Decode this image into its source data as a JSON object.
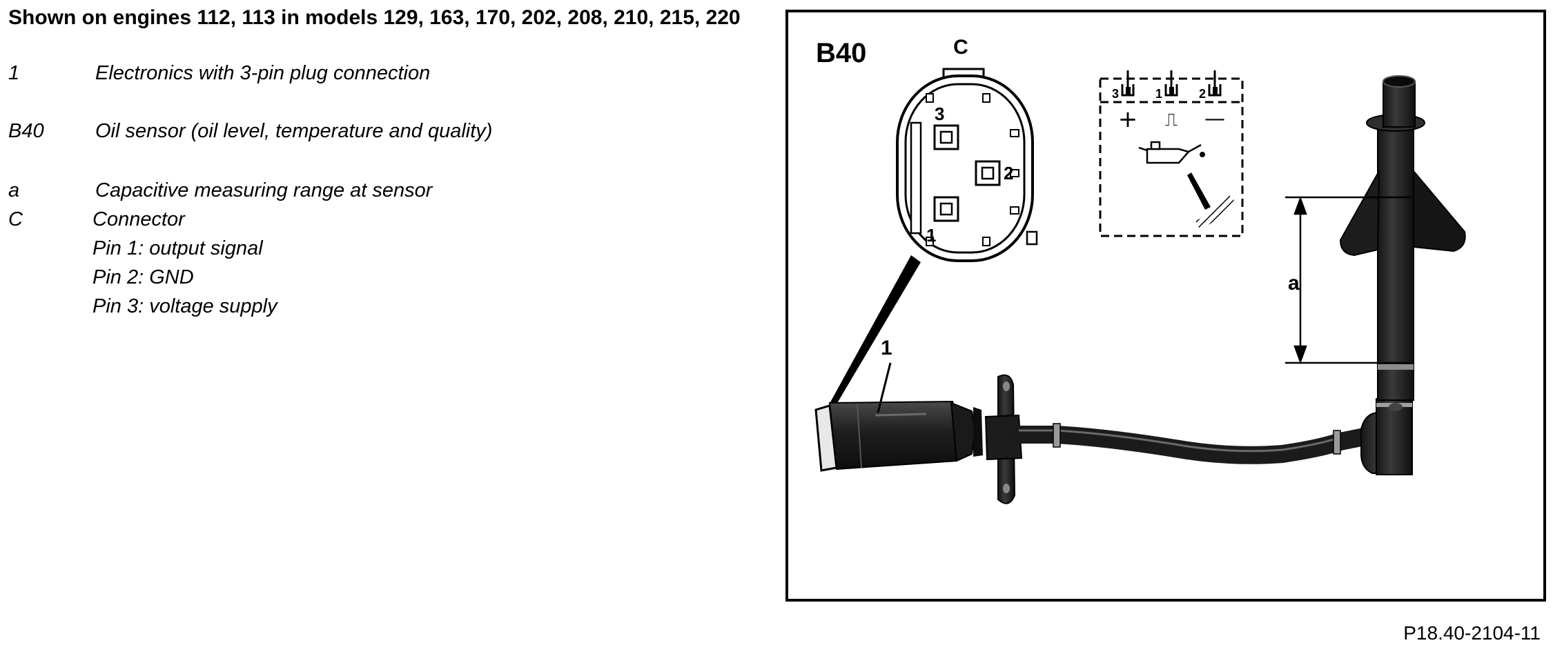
{
  "header": {
    "title": "Shown on engines 112, 113 in models 129, 163, 170, 202, 208, 210, 215, 220"
  },
  "legend": [
    {
      "key": "1",
      "text": "Electronics with 3-pin plug connection"
    },
    {
      "key": "B40",
      "text": "Oil sensor (oil level, temperature and quality)"
    },
    {
      "key": "a",
      "text": "Capacitive measuring range at sensor"
    },
    {
      "key": "C",
      "text": "Connector"
    }
  ],
  "connector_pins": [
    "Pin 1: output signal",
    "Pin 2: GND",
    "Pin 3: voltage supply"
  ],
  "figure": {
    "label_b40": "B40",
    "label_c": "C",
    "label_1": "1",
    "label_a": "a",
    "pin_3": "3",
    "pin_2": "2",
    "pin_1": "1",
    "schematic_pins": [
      "3",
      "1",
      "2"
    ],
    "schematic_symbols": [
      "+",
      "⎍",
      "—"
    ]
  },
  "figure_id": "P18.40-2104-11",
  "colors": {
    "ink": "#000000",
    "sensor_body": "#2a2a2a",
    "background": "#ffffff"
  }
}
